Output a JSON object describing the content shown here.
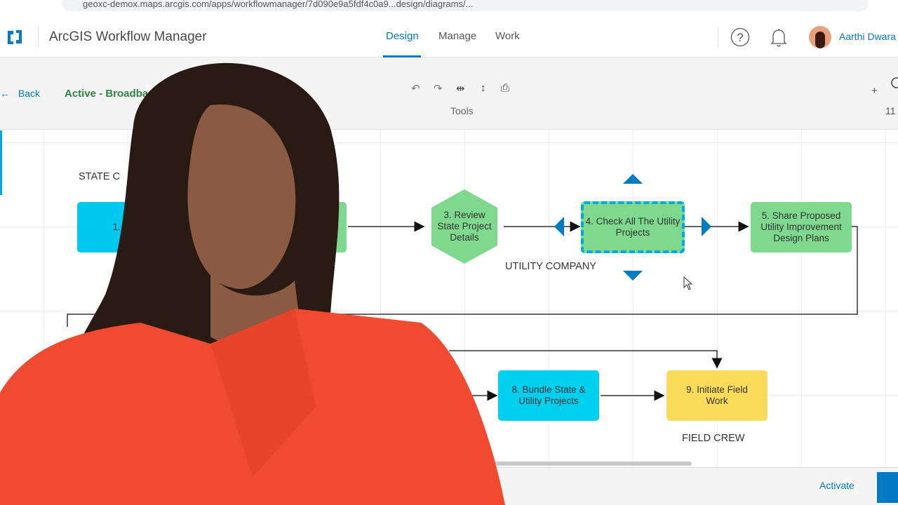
{
  "browser": {
    "url": "geoxc-demox.maps.arcgis.com/apps/workflowmanager/7d090e9a5fdf4c0a9...design/diagrams/..."
  },
  "header": {
    "app_title": "ArcGIS Workflow Manager",
    "nav": [
      {
        "label": "Design",
        "active": true
      },
      {
        "label": "Manage"
      },
      {
        "label": "Work"
      }
    ],
    "user_name": "Aarthi Dwara"
  },
  "toolbar": {
    "back_label": "Back",
    "diagram_status": "Active - Broadban",
    "tools_label": "Tools",
    "zoom_partial": "11",
    "icons": [
      "undo-icon",
      "redo-icon",
      "distribute-horizontal-icon",
      "distribute-vertical-icon",
      "print-icon"
    ]
  },
  "diagram": {
    "lanes": {
      "state": "STATE C",
      "utility": "UTILITY COMPANY",
      "field": "FIELD CREW"
    },
    "nodes": {
      "n1": {
        "label": "1. I",
        "color": "#00c8ee"
      },
      "n3": {
        "label": "3. Review State Project Details",
        "color": "#7ed98e"
      },
      "n4": {
        "label": "4. Check All The Utility Projects",
        "color": "#7ed98e",
        "selected": true
      },
      "n5": {
        "label": "5. Share Proposed Utility Improvement Design Plans",
        "color": "#7ed98e"
      },
      "n8": {
        "label": "8. Bundle State & Utility Projects",
        "color": "#00cfee"
      },
      "n9": {
        "label": "9. Initiate Field Work",
        "color": "#fbdb5a"
      }
    },
    "accent": "#007ac2"
  },
  "footer": {
    "activate_label": "Activate"
  }
}
